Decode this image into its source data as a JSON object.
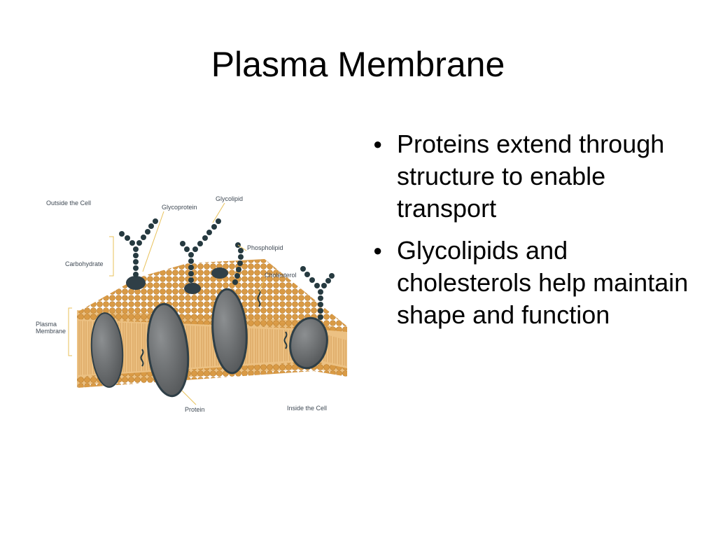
{
  "slide": {
    "title": "Plasma Membrane",
    "bullets": [
      "Proteins extend through structure to enable transport",
      "Glycolipids and cholesterols help maintain shape and function"
    ]
  },
  "diagram": {
    "labels": {
      "outside": "Outside the Cell",
      "glycoprotein": "Glycoprotein",
      "glycolipid": "Glycolipid",
      "phospholipid": "Phospholipid",
      "carbohydrate": "Carbohydrate",
      "cholesterol": "Cholesterol",
      "plasma_membrane_1": "Plasma",
      "plasma_membrane_2": "Membrane",
      "protein": "Protein",
      "inside": "Inside the Cell"
    },
    "colors": {
      "lipid_head": "#d99a45",
      "lipid_body": "#ecc183",
      "protein": "#6b6e70",
      "protein_dark": "#2f3f47",
      "sugar": "#263a40",
      "leader": "#e8c15a"
    }
  }
}
